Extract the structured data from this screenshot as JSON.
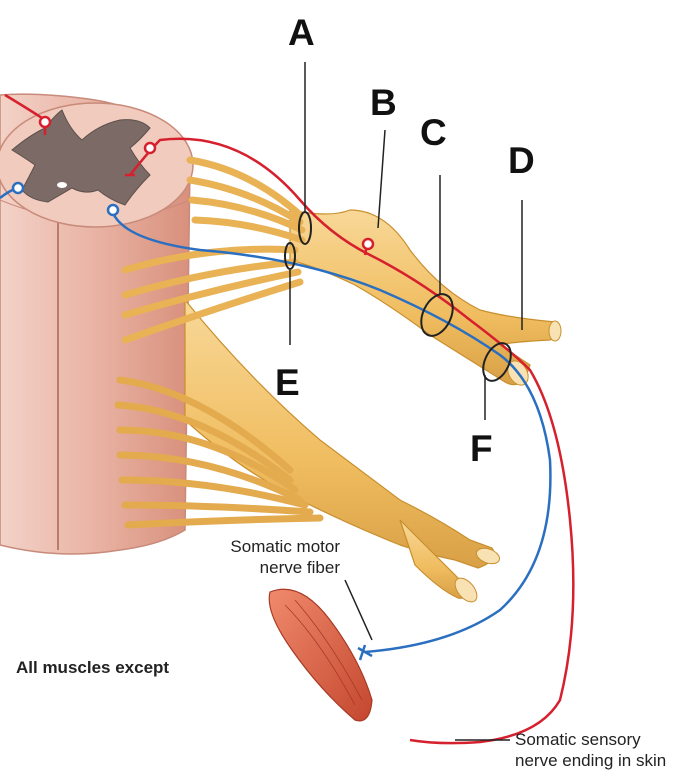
{
  "labels": {
    "A": "A",
    "B": "B",
    "C": "C",
    "D": "D",
    "E": "E",
    "F": "F"
  },
  "captions": {
    "motor_line1": "Somatic motor",
    "motor_line2": "nerve fiber",
    "sensory_line1": "Somatic sensory",
    "sensory_line2": "nerve ending in skin",
    "muscles": "All muscles except"
  },
  "colors": {
    "nerve": "#f2c16a",
    "nerve_outline": "#c98f2e",
    "spinal_cord": "#e9b3a4",
    "gray_matter": "#7b6a66",
    "sensory_fiber": "#d6202e",
    "motor_fiber": "#2a6fc0",
    "muscle": "#d9614a"
  }
}
